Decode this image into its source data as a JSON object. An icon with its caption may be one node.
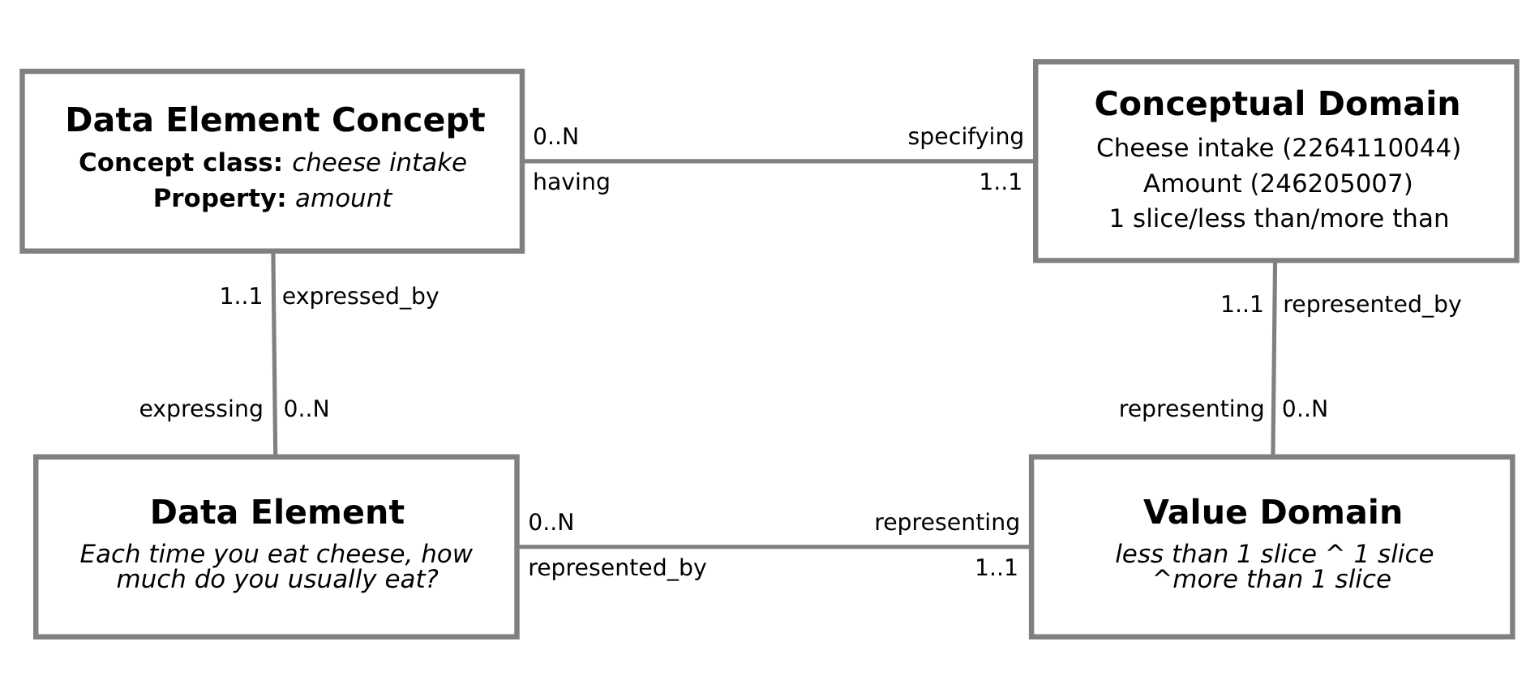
{
  "diagram": {
    "nodes": [
      {
        "text": [
          "Data Element Concept",
          "**Concept class:** *cheese intake*",
          "**Property:** *amount*"
        ]
      },
      {
        "text": [
          "Conceptual Domain",
          "Cheese intake (2264110044)",
          "Amount (246205007)",
          "1 slice/less than/more than"
        ]
      },
      {
        "text": [
          "Data Element",
          "Each time you eat cheese, how much do you usually eat?"
        ]
      },
      {
        "text": [
          "Value Domain",
          "less than 1 slice ^ 1 slice ^more than 1 slice"
        ]
      }
    ],
    "edges": [
      {
        "from": 0,
        "to": 1,
        "arrow": "none"
      },
      {
        "from": 0,
        "to": 2,
        "arrow": "none"
      },
      {
        "from": 1,
        "to": 3,
        "arrow": "none"
      },
      {
        "from": 2,
        "to": 3,
        "arrow": "none"
      }
    ],
    "labels": [
      "0..N",
      "specifying",
      "having",
      "1..1",
      "1..1",
      "expressed_by",
      "1..1",
      "represented_by",
      "expressing",
      "0..N",
      "representing",
      "0..N",
      "0..N",
      "representing",
      "represented_by",
      "1..1"
    ]
  }
}
